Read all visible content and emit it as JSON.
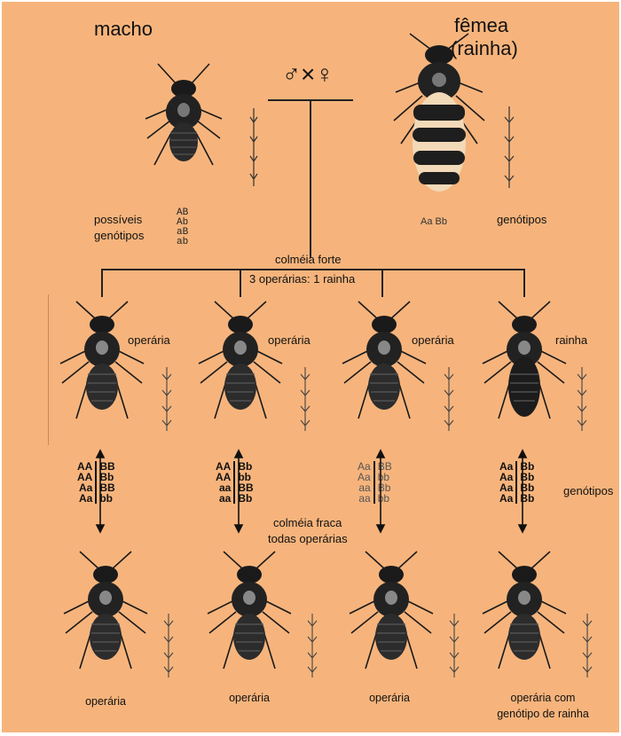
{
  "labels": {
    "macho": "macho",
    "femea": "fêmea",
    "rainha_paren": "(rainha)",
    "cross_symbol": "♂×♀",
    "possiveis": "possíveis",
    "genotipos_left": "genótipos",
    "genotipos_right": "genótipos",
    "queen_genotype": "Aa Bb",
    "colmeia_forte": "colméia forte",
    "ratio": "3 operárias: 1 rainha",
    "colmeia_fraca": "colméia fraca",
    "todas_operarias": "todas operárias",
    "genotipos_row2": "genótipos"
  },
  "male_genotypes": [
    "AB",
    "Ab",
    "aB",
    "ab"
  ],
  "strong_hive": [
    {
      "caste": "operária",
      "rows": [
        [
          "AA",
          "BB"
        ],
        [
          "AA",
          "Bb"
        ],
        [
          "Aa",
          "BB"
        ],
        [
          "Aa",
          "bb"
        ]
      ]
    },
    {
      "caste": "operária",
      "rows": [
        [
          "AA",
          "Bb"
        ],
        [
          "AA",
          "bb"
        ],
        [
          "aa",
          "BB"
        ],
        [
          "aa",
          "Bb"
        ]
      ]
    },
    {
      "caste": "operária",
      "rows": [
        [
          "Aa",
          "BB"
        ],
        [
          "Aa",
          "bb"
        ],
        [
          "aa",
          "Bb"
        ],
        [
          "aa",
          "bb"
        ]
      ]
    },
    {
      "caste": "rainha",
      "rows": [
        [
          "Aa",
          "Bb"
        ],
        [
          "Aa",
          "Bb"
        ],
        [
          "Aa",
          "Bb"
        ],
        [
          "Aa",
          "Bb"
        ]
      ]
    }
  ],
  "weak_hive": [
    {
      "caste": "operária"
    },
    {
      "caste": "operária"
    },
    {
      "caste": "operária"
    },
    {
      "caste": "operária com",
      "caste2": "genótipo de rainha"
    }
  ],
  "colors": {
    "background": "#f6b47c",
    "ink": "#111111"
  }
}
